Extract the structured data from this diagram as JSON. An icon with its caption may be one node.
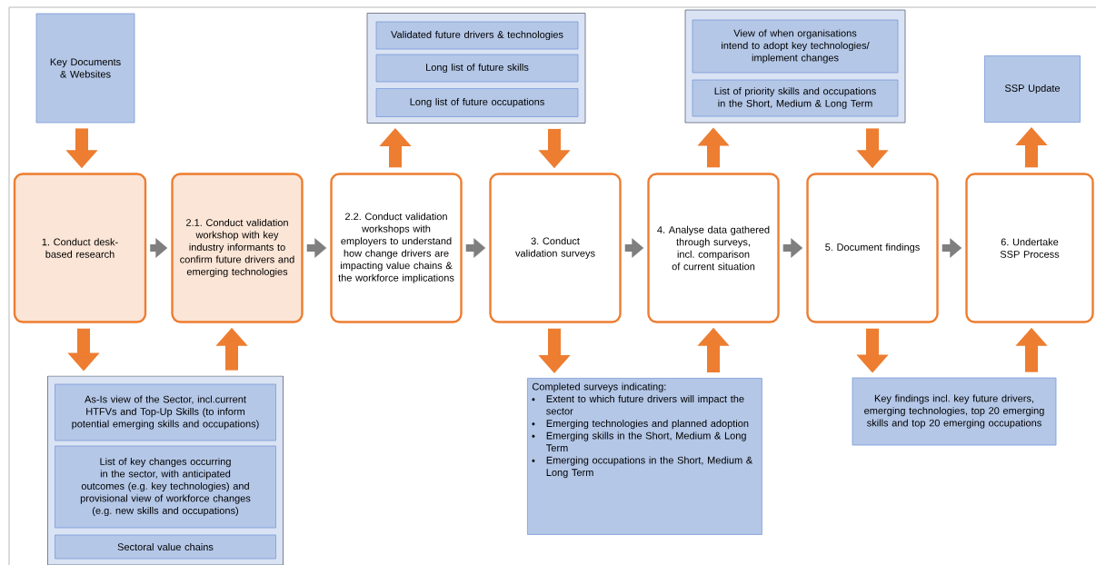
{
  "diagram": {
    "nodes": [
      {
        "text": [
          "Key Documents & Websites"
        ]
      },
      {
        "text": [],
        "shape": "box"
      },
      {
        "text": [
          "Validated future drivers & technologies"
        ],
        "in": 1
      },
      {
        "text": [
          "Long list of future skills"
        ],
        "in": 1
      },
      {
        "text": [
          "Long list of future occupations"
        ],
        "in": 1
      },
      {
        "text": [],
        "shape": "box"
      },
      {
        "text": [
          "View of when organisations intend to adopt key technologies/ implement changes"
        ],
        "in": 5
      },
      {
        "text": [
          "List of priority skills and occupations in the Short, Medium & Long Term"
        ],
        "in": 5
      },
      {
        "text": [
          "SSP Update"
        ]
      },
      {
        "text": [
          "1. Conduct desk-based research"
        ]
      },
      {
        "text": [
          "2.1. Conduct validation workshop with key industry informants to confirm future drivers and emerging technologies"
        ]
      },
      {
        "text": [
          "2.2. Conduct validation workshops with employers to understand how change drivers are impacting value chains & the workforce implications"
        ]
      },
      {
        "text": [
          "3. Conduct validation surveys"
        ]
      },
      {
        "text": [
          "4. Analyse data gathered through surveys, incl. comparison of current situation"
        ]
      },
      {
        "text": [
          "5. Document findings"
        ]
      },
      {
        "text": [
          "6. Undertake SSP Process"
        ]
      },
      {
        "text": [],
        "shape": "box"
      },
      {
        "text": [
          "As-Is view of the Sector, incl.current HTFVs and Top-Up Skills (to inform potential emerging skills and occupations)"
        ],
        "in": 16
      },
      {
        "text": [
          "List of key changes occurring in the sector, with anticipated outcomes (e.g. key technologies) and provisional view of workforce changes (e.g. new skills and occupations)"
        ],
        "in": 16
      },
      {
        "text": [
          "Sectoral value chains"
        ],
        "in": 16
      },
      {
        "text": [
          "Completed surveys indicating:",
          "Extent to which future drivers will impact the sector",
          "Emerging technologies and planned adoption",
          "Emerging skills in the Short, Medium & Long Term",
          "Emerging occupations in the Short, Medium & Long Term"
        ]
      },
      {
        "text": [
          "Key findings incl. key future drivers, emerging technologies, top 20 emerging skills and top 20 emerging occupations"
        ]
      }
    ],
    "edges": [
      {
        "from": 0,
        "to": 9,
        "arrow": "to"
      },
      {
        "from": 11,
        "to": 1,
        "arrow": "to"
      },
      {
        "from": 1,
        "to": 12,
        "arrow": "to"
      },
      {
        "from": 13,
        "to": 5,
        "arrow": "to"
      },
      {
        "from": 5,
        "to": 14,
        "arrow": "to"
      },
      {
        "from": 15,
        "to": 8,
        "arrow": "to"
      },
      {
        "from": 9,
        "to": 16,
        "arrow": "to"
      },
      {
        "from": 16,
        "to": 10,
        "arrow": "to"
      },
      {
        "from": 12,
        "to": 20,
        "arrow": "to"
      },
      {
        "from": 20,
        "to": 13,
        "arrow": "to"
      },
      {
        "from": 14,
        "to": 21,
        "arrow": "to"
      },
      {
        "from": 21,
        "to": 15,
        "arrow": "to"
      },
      {
        "from": 9,
        "to": 10,
        "arrow": "to",
        "color": "#7f7f7f"
      },
      {
        "from": 10,
        "to": 11,
        "arrow": "to",
        "color": "#7f7f7f"
      },
      {
        "from": 11,
        "to": 12,
        "arrow": "to",
        "color": "#7f7f7f"
      },
      {
        "from": 12,
        "to": 13,
        "arrow": "to",
        "color": "#7f7f7f"
      },
      {
        "from": 13,
        "to": 14,
        "arrow": "to",
        "color": "#7f7f7f"
      },
      {
        "from": 14,
        "to": 15,
        "arrow": "to",
        "color": "#7f7f7f"
      }
    ]
  }
}
